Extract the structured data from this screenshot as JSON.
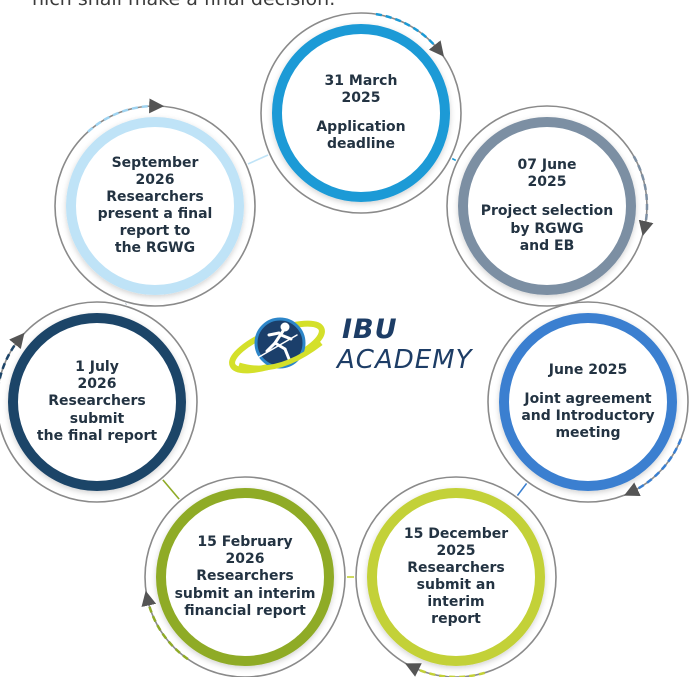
{
  "intro_text": "hich shall make a final decision.",
  "logo": {
    "word1": "IBU",
    "word2": "ACADEMY"
  },
  "colors": {
    "gray_ring": "#8a8a8a",
    "connector": "#6a9cc9",
    "shadow": "#dcdcdc"
  },
  "nodes": [
    {
      "id": "n1",
      "date": "31 March 2025",
      "description": "Application deadline",
      "color": "#1a9ad6",
      "lines": [
        "31 March",
        "2025",
        "",
        "Application",
        "deadline"
      ]
    },
    {
      "id": "n2",
      "date": "07 June 2025",
      "description": "Project selection by RGWG and EB",
      "color": "#7c8fa3",
      "lines": [
        "07 June",
        "2025",
        "",
        "Project selection",
        "by RGWG",
        "and EB"
      ]
    },
    {
      "id": "n3",
      "date": "June 2025",
      "description": "Joint agreement and Introductory meeting",
      "color": "#3a7fd0",
      "lines": [
        "June 2025",
        "",
        "Joint agreement",
        "and Introductory",
        "meeting"
      ]
    },
    {
      "id": "n4",
      "date": "15 December 2025",
      "description": "Researchers submit an interim report",
      "color": "#c3d137",
      "lines": [
        "15 December",
        "2025",
        "Researchers",
        "submit an",
        "interim",
        "report"
      ]
    },
    {
      "id": "n5",
      "date": "15 February 2026",
      "description": "Researchers submit an interim financial report",
      "color": "#8fab27",
      "lines": [
        "15 February",
        "2026",
        "Researchers",
        "submit an interim",
        "financial report"
      ]
    },
    {
      "id": "n6",
      "date": "1 July 2026",
      "description": "Researchers submit the final report",
      "color": "#1c4468",
      "lines": [
        "1 July",
        "2026",
        "Researchers",
        "submit",
        "the final report"
      ]
    },
    {
      "id": "n7",
      "date": "September 2026",
      "description": "Researchers present a final report to the RGWG",
      "color": "#bfe3f7",
      "lines": [
        "September",
        "2026",
        "Researchers",
        "present a final",
        "report to",
        "the RGWG"
      ]
    }
  ]
}
